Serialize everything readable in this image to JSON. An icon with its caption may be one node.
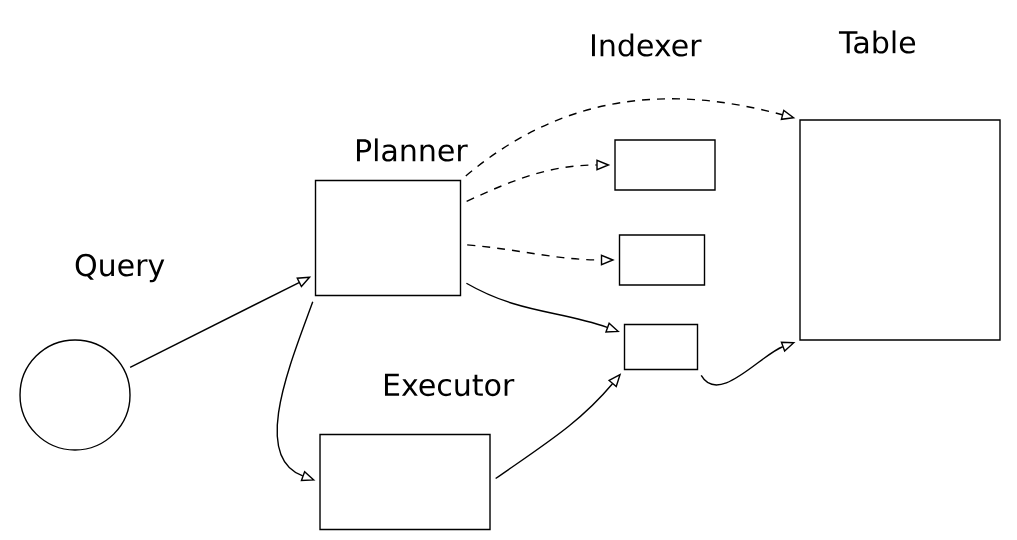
{
  "diagram": {
    "nodes": [
      {
        "text": [
          "Query"
        ]
      },
      {
        "text": [
          "Planner"
        ]
      },
      {
        "text": [
          "Executor"
        ]
      },
      {
        "text": [],
        "shape": "box"
      },
      {
        "text": [],
        "shape": "box"
      },
      {
        "text": [],
        "shape": "box"
      },
      {
        "text": [
          "Table"
        ]
      }
    ],
    "edges": [
      {
        "from": 0,
        "to": 1,
        "arrow": "to"
      },
      {
        "from": 1,
        "to": 2,
        "arrow": "to"
      },
      {
        "from": 1,
        "to": 6,
        "arrow": "to",
        "style": "dashed"
      },
      {
        "from": 1,
        "to": 3,
        "arrow": "to",
        "style": "dashed"
      },
      {
        "from": 1,
        "to": 4,
        "arrow": "to",
        "style": "dashed"
      },
      {
        "from": 1,
        "to": 5,
        "arrow": "to"
      },
      {
        "from": 2,
        "to": 5,
        "arrow": "to"
      },
      {
        "from": 5,
        "to": 6,
        "arrow": "to"
      }
    ],
    "labels": [
      "Indexer"
    ]
  }
}
